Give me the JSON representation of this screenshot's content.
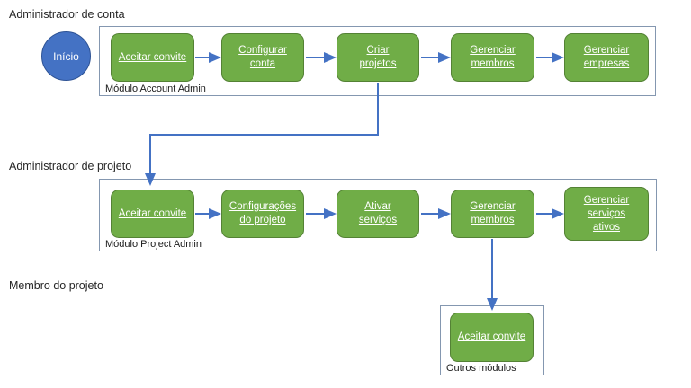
{
  "colors": {
    "node_fill": "#70AD47",
    "node_border": "#548235",
    "start_fill": "#4472C4",
    "start_border": "#2E5395",
    "connector": "#4472C4",
    "container_border": "#8497B0",
    "label_text": "#262626",
    "node_text": "#FFFFFF"
  },
  "lanes": [
    {
      "label": "Administrador de conta"
    },
    {
      "label": "Administrador de projeto"
    },
    {
      "label": "Membro do projeto"
    }
  ],
  "flow": {
    "start_label": "Início",
    "account_admin": {
      "container_label": "Módulo Account Admin",
      "nodes": [
        {
          "label": "Aceitar convite"
        },
        {
          "label": "Configurar\nconta"
        },
        {
          "label": "Criar\nprojetos"
        },
        {
          "label": "Gerenciar\nmembros"
        },
        {
          "label": "Gerenciar\nempresas"
        }
      ]
    },
    "project_admin": {
      "container_label": "Módulo Project Admin",
      "nodes": [
        {
          "label": "Aceitar convite"
        },
        {
          "label": "Configurações\ndo projeto"
        },
        {
          "label": "Ativar\nserviços"
        },
        {
          "label": "Gerenciar\nmembros"
        },
        {
          "label": "Gerenciar\nserviços\nativos"
        }
      ]
    },
    "other_modules": {
      "container_label": "Outros módulos",
      "nodes": [
        {
          "label": "Aceitar convite"
        }
      ]
    }
  }
}
